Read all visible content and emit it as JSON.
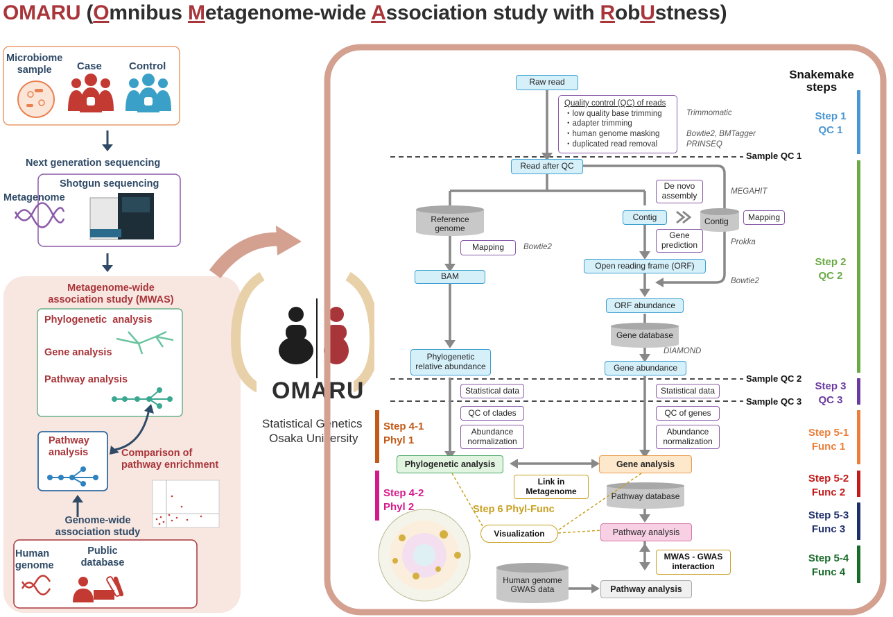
{
  "title": {
    "brand": "OMARU",
    "open": " (",
    "parts": [
      "O",
      "mnibus ",
      "M",
      "etagenome-wide ",
      "A",
      "ssociation study with ",
      "R",
      "ob",
      "U",
      "stness)"
    ]
  },
  "left": {
    "microbiome_sample": "Microbiome\nsample",
    "case": "Case",
    "control": "Control",
    "ngs": "Next generation sequencing",
    "shotgun": "Shotgun sequencing",
    "metagenome": "Metagenome",
    "mwas_title": "Metagenome-wide\nassociation study (MWAS)",
    "phylogenetic": "Phylogenetic  analysis",
    "gene": "Gene analysis",
    "pathway_analysis": "Pathway analysis",
    "pathway_box": "Pathway\nanalysis",
    "comparison": "Comparison of\npathway enrichment",
    "gwas": "Genome-wide\nassociation study",
    "human_genome": "Human\ngenome",
    "public_db": "Public\ndatabase"
  },
  "center": {
    "logo": "OMARU",
    "lab1": "Statistical Genetics",
    "lab2": "Osaka University"
  },
  "flow": {
    "raw_read": "Raw read",
    "qc_title": "Quality control (QC) of reads",
    "qc_items": [
      "・low quality base trimming",
      "・adapter trimming",
      "・human genome masking",
      "・duplicated read removal"
    ],
    "trimmomatic": "Trimmomatic",
    "bowtie_bmtagger": "Bowtie2, BMTagger",
    "prinseq": "PRINSEQ",
    "sample_qc1": "Sample QC 1",
    "read_after_qc": "Read after QC",
    "reference_genome": "Reference\ngenome",
    "mapping": "Mapping",
    "bowtie2": "Bowtie2",
    "bam": "BAM",
    "de_novo": "De novo\nassembly",
    "megahit": "MEGAHIT",
    "contig": "Contig",
    "contig2": "Contig",
    "mapping2": "Mapping",
    "gene_prediction": "Gene\nprediction",
    "prokka": "Prokka",
    "orf": "Open reading frame (ORF)",
    "bowtie2b": "Bowtie2",
    "orf_abundance": "ORF abundance",
    "gene_database": "Gene database",
    "diamond": "DIAMOND",
    "phylo_rel_abund": "Phylogenetic\nrelative abundance",
    "gene_abundance": "Gene abundance",
    "sample_qc2": "Sample QC 2",
    "sample_qc3": "Sample QC 3",
    "stat_data_l": "Statistical data",
    "stat_data_r": "Statistical data",
    "qc_clades": "QC of clades",
    "qc_genes": "QC of genes",
    "abund_norm_l": "Abundance\nnormalization",
    "abund_norm_r": "Abundance\nnormalization",
    "phylo_analysis": "Phylogenetic analysis",
    "gene_analysis": "Gene analysis",
    "link_metagenome": "Link in\nMetagenome",
    "pathway_database": "Pathway database",
    "step6": "Step 6 Phyl-Func",
    "visualization": "Visualization",
    "pathway_analysis": "Pathway analysis",
    "mwas_gwas": "MWAS - GWAS\ninteraction",
    "human_gwas": "Human genome\nGWAS data",
    "pathway_analysis2": "Pathway analysis",
    "step41": "Step 4-1\nPhyl 1",
    "step42": "Step 4-2\nPhyl 2"
  },
  "snakemake": {
    "title": "Snakemake\nsteps",
    "steps": [
      {
        "label": "Step 1\nQC 1",
        "color": "#4a96d2"
      },
      {
        "label": "Step 2\nQC 2",
        "color": "#6aaa45"
      },
      {
        "label": "Step 3\nQC 3",
        "color": "#6a3aa0"
      },
      {
        "label": "Step 5-1\nFunc 1",
        "color": "#ea7e3a"
      },
      {
        "label": "Step 5-2\nFunc 2",
        "color": "#c41a1a"
      },
      {
        "label": "Step 5-3\nFunc 3",
        "color": "#1e2e6a"
      },
      {
        "label": "Step 5-4\nFunc 4",
        "color": "#1a6a2a"
      }
    ]
  },
  "colors": {
    "maroon": "#a8353a",
    "navy": "#2f4a66",
    "frame": "#d4a090",
    "flow_blue": "#3b9fd0",
    "step4_1": "#c25a17",
    "step4_2": "#d41a8a",
    "step6": "#c9a020"
  }
}
